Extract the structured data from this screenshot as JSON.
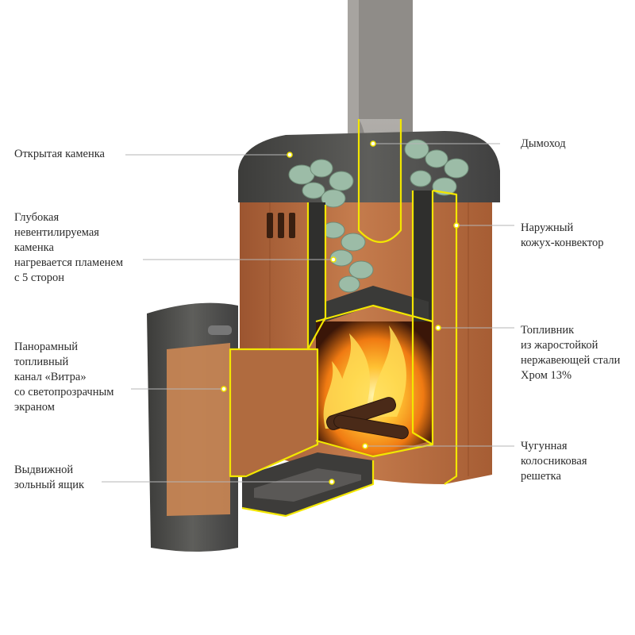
{
  "labels": {
    "open_stones": "Открытая каменка",
    "deep_stones": "Глубокая\nневентилируемая\nкаменка\nнагревается пламенем\nс 5 сторон",
    "glass_channel": "Панорамный\nтопливный\nканал «Витра»\nсо светопрозрачным\nэкраном",
    "ash_box": "Выдвижной\nзольный ящик",
    "chimney": "Дымоход",
    "outer_casing": "Наружный\nкожух-конвектор",
    "firebox": "Топливник\nиз жаростойкой\nнержавеющей стали\nХром 13%",
    "grate": "Чугунная\nколосниковая\nрешетка"
  },
  "colors": {
    "casing": "#b56a3c",
    "metal": "#4a4a48",
    "stones": "#9ab8a4",
    "outline": "#f2e600",
    "flame": "#f39a1c",
    "leader": "#b5b5b5"
  }
}
